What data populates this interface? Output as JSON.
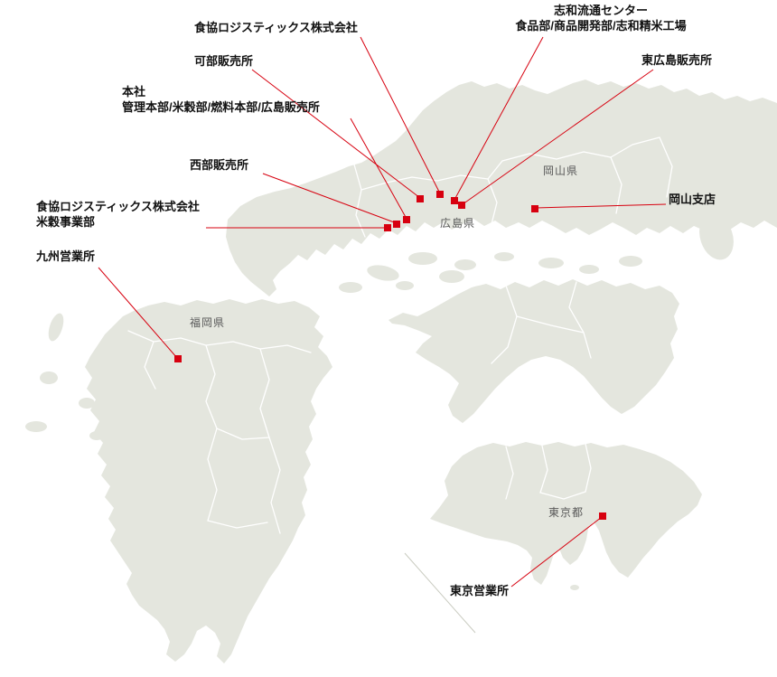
{
  "colors": {
    "land": "#e4e6de",
    "prefecture_border": "#ffffff",
    "marker_red": "#d7000f",
    "leader_line_red": "#d7000f",
    "label_text": "#111111",
    "prefecture_text": "#595959",
    "inset_divider": "#c9cbc0"
  },
  "prefectures": {
    "okayama": "岡山県",
    "hiroshima": "広島県",
    "fukuoka": "福岡県",
    "tokyo": "東京都"
  },
  "locations": [
    {
      "id": "shokkyo-logistics-hq",
      "label": "食協ロジスティックス株式会社"
    },
    {
      "id": "kabe-sales-office",
      "label": "可部販売所"
    },
    {
      "id": "head-office",
      "label": "本社",
      "sublabel": "管理本部/米穀部/燃料本部/広島販売所"
    },
    {
      "id": "seibu-sales-office",
      "label": "西部販売所"
    },
    {
      "id": "shokkyo-logistics-rice",
      "label": "食協ロジスティックス株式会社",
      "sublabel": "米穀事業部"
    },
    {
      "id": "kyushu-sales-office",
      "label": "九州営業所"
    },
    {
      "id": "shiwa-distribution-center",
      "label": "志和流通センター",
      "sublabel": "食品部/商品開発部/志和精米工場"
    },
    {
      "id": "higashihiroshima-sales-office",
      "label": "東広島販売所"
    },
    {
      "id": "okayama-branch",
      "label": "岡山支店"
    },
    {
      "id": "tokyo-sales-office",
      "label": "東京営業所"
    }
  ]
}
